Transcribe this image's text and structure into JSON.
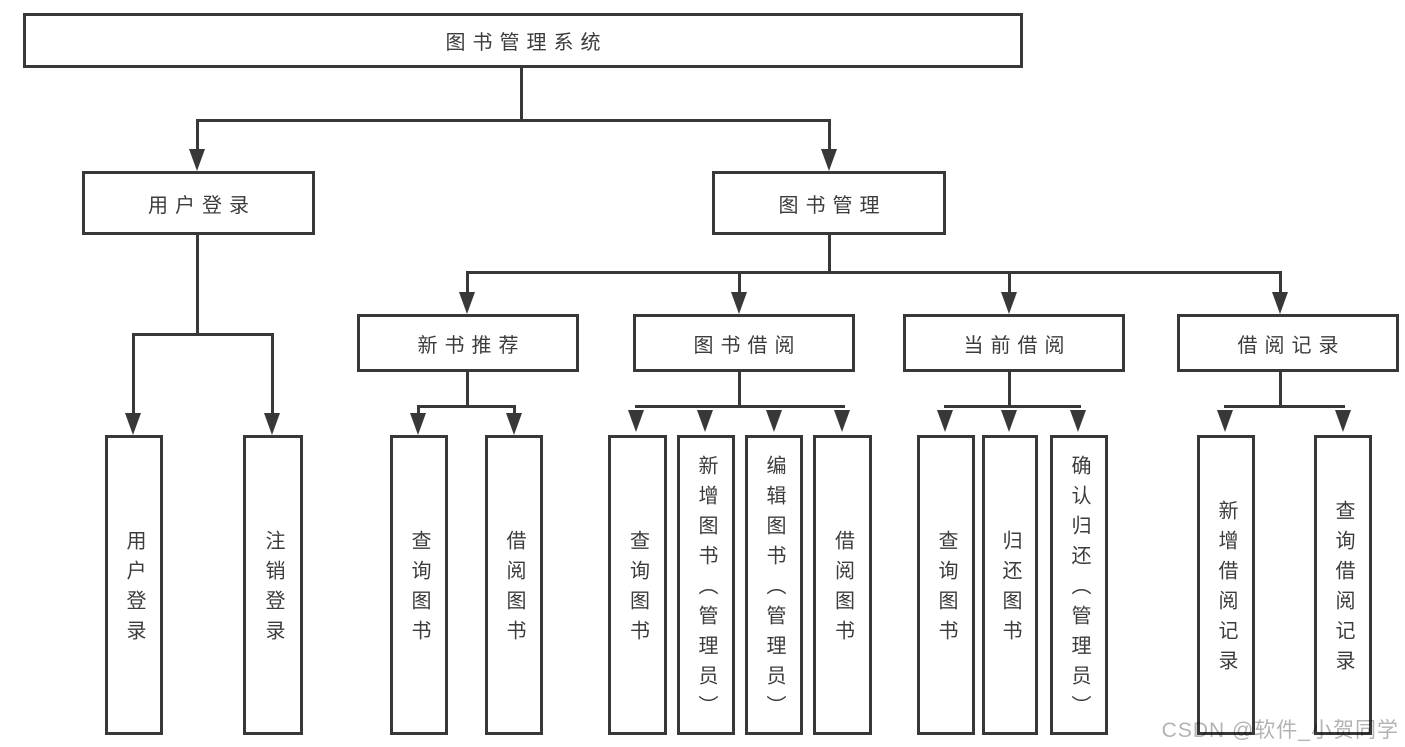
{
  "diagram_title": "图书管理系统",
  "colors": {
    "line": "#383838",
    "box_border": "#383838",
    "text": "#3c3c3c",
    "background": "#ffffff",
    "watermark": "#b3b3b3"
  },
  "root": {
    "label": "图书管理系统"
  },
  "level2": [
    {
      "label": "用户登录"
    },
    {
      "label": "图书管理"
    }
  ],
  "level3": [
    {
      "label": "新书推荐"
    },
    {
      "label": "图书借阅"
    },
    {
      "label": "当前借阅"
    },
    {
      "label": "借阅记录"
    }
  ],
  "leaves": {
    "user_login": [
      "用户登录",
      "注销登录"
    ],
    "new_book": [
      "查询图书",
      "借阅图书"
    ],
    "book_borrow": [
      "查询图书",
      "新增图书（管理员）",
      "编辑图书（管理员）",
      "借阅图书"
    ],
    "current_borrow": [
      "查询图书",
      "归还图书",
      "确认归还（管理员）"
    ],
    "borrow_record": [
      "新增借阅记录",
      "查询借阅记录"
    ]
  },
  "watermark": {
    "text": "CSDN @软件_小贺同学"
  }
}
